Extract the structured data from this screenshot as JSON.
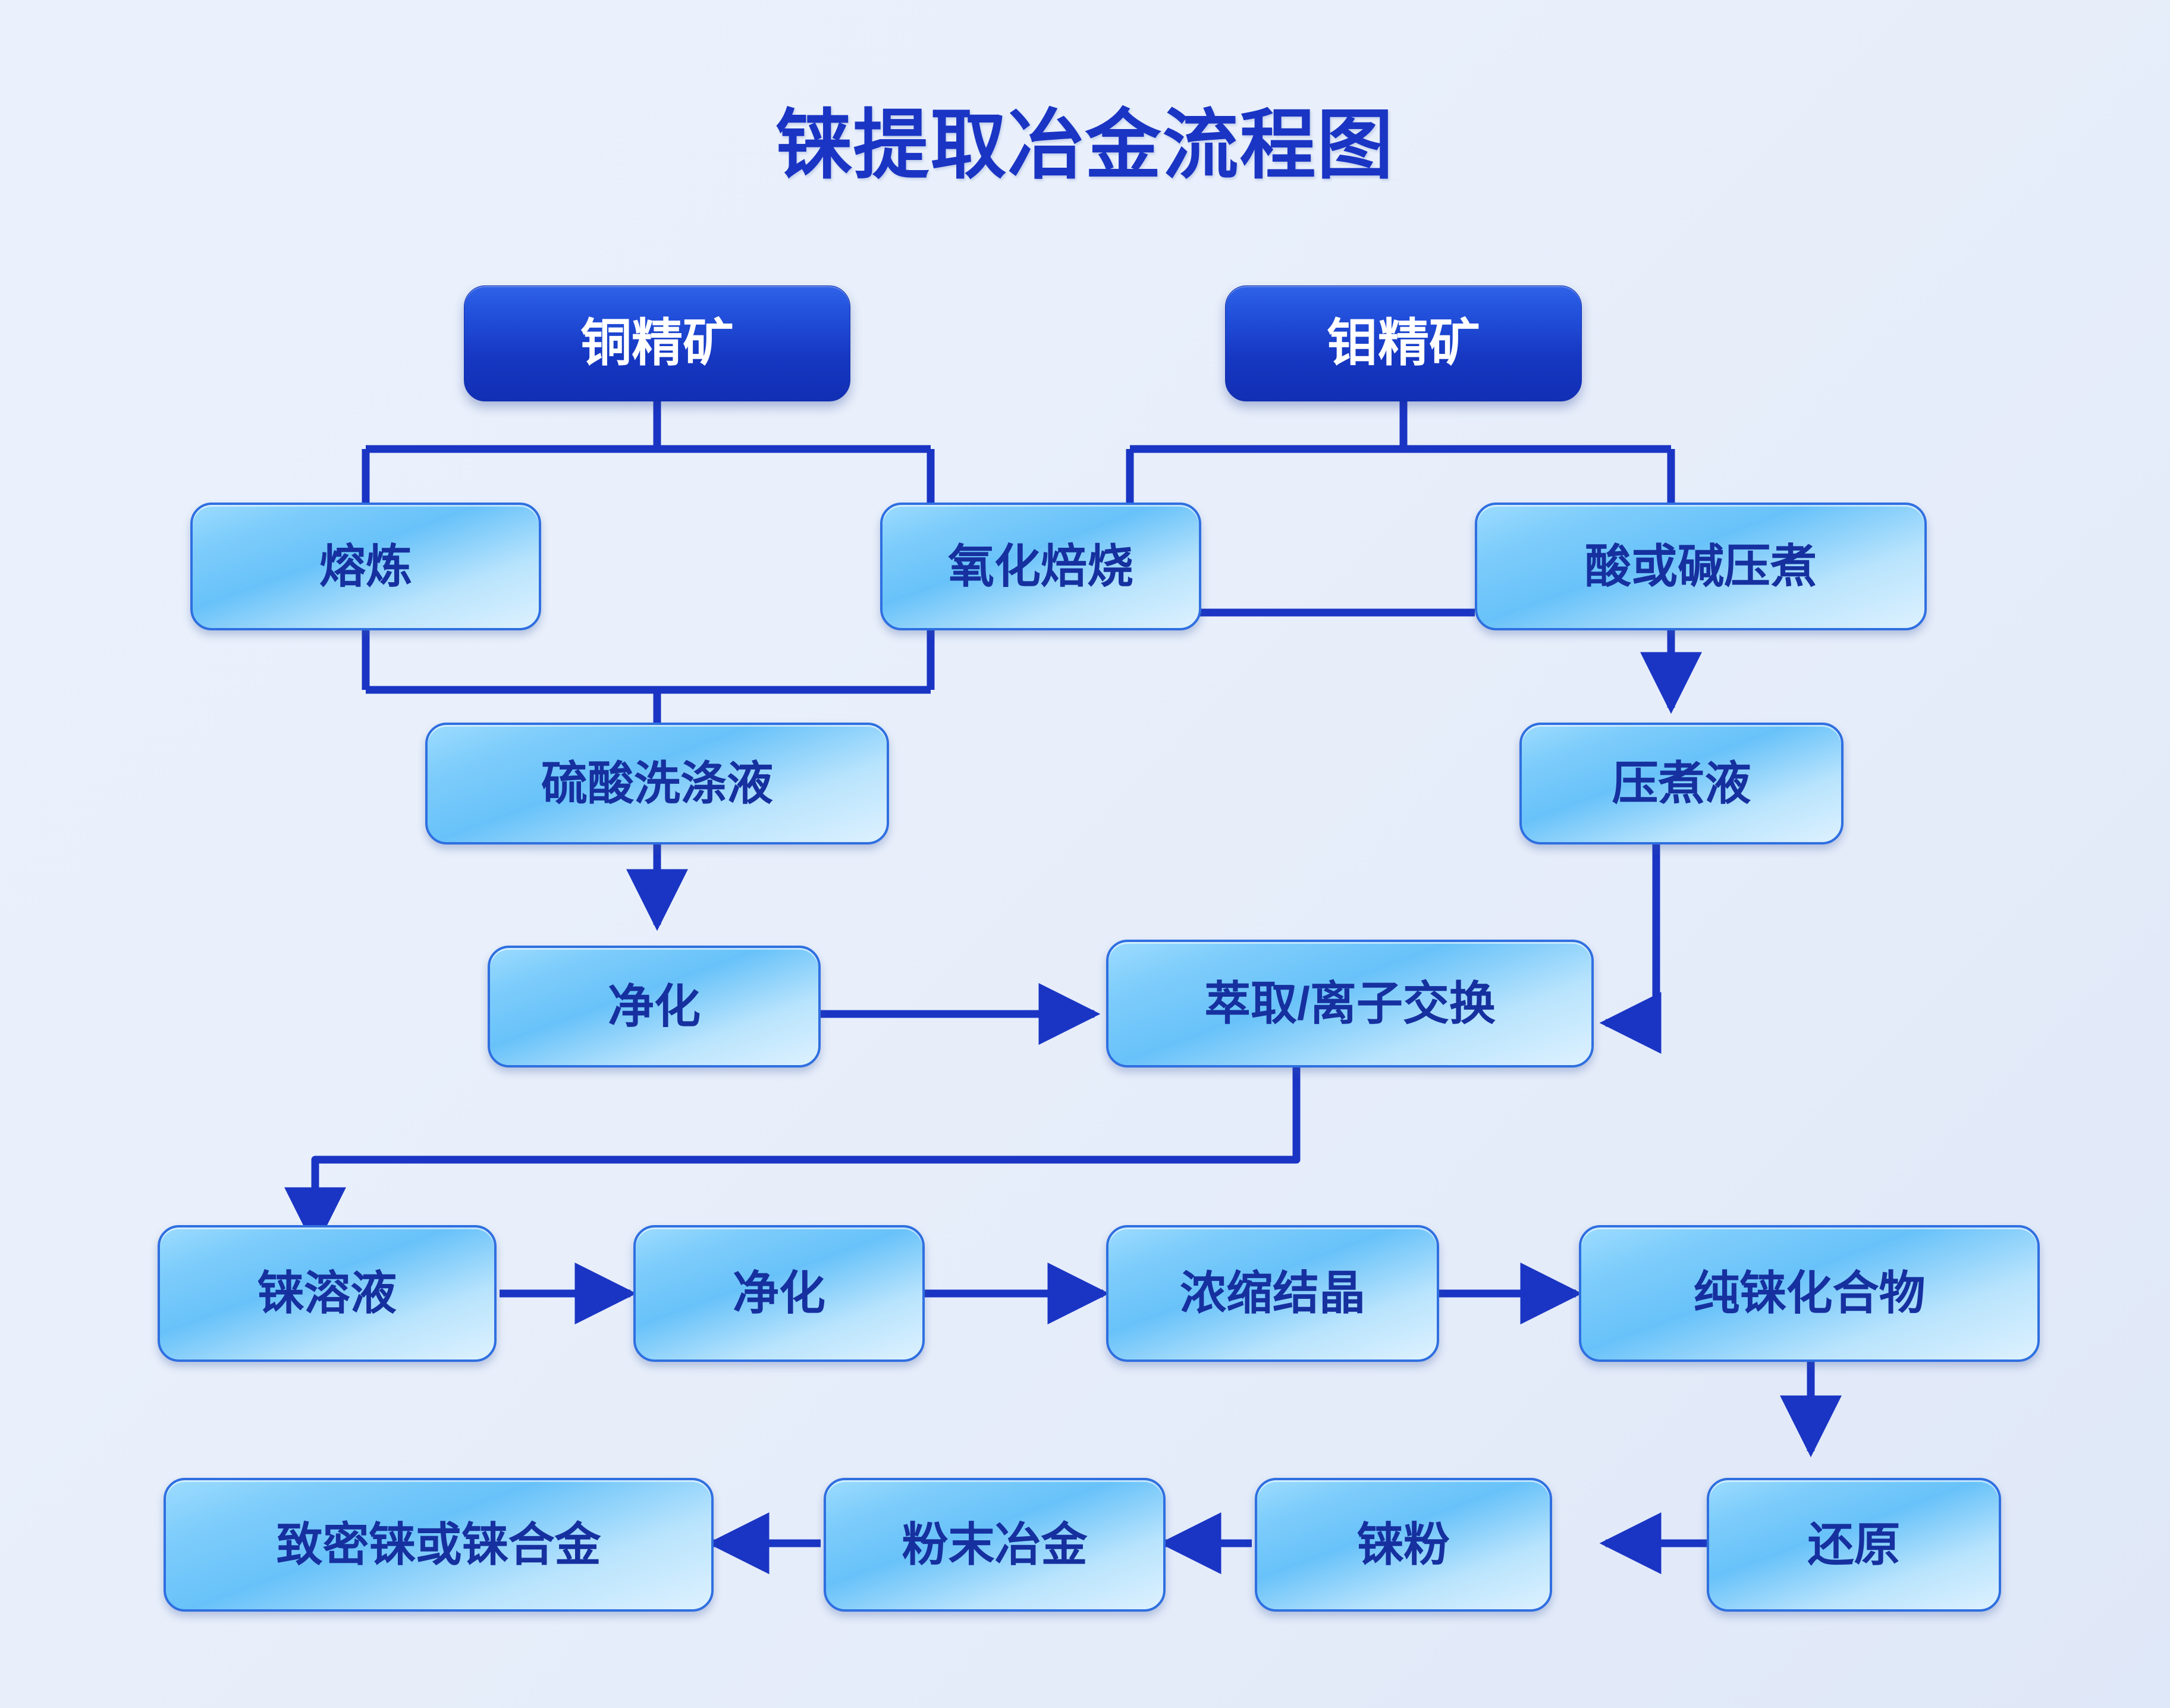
{
  "title": "铼提取冶金流程图",
  "theme": {
    "line_color": "#1a35c4",
    "dark_node_start": "#2f62e8",
    "dark_node_end": "#112fb4",
    "light_node_start": "#9ddcff",
    "light_node_end": "#ddf1fe",
    "node_text_light": "#16309f",
    "node_text_dark": "#ffffff",
    "background_start": "#eaf1fc",
    "background_end": "#dfe8f8"
  },
  "chart_data": {
    "type": "diagram",
    "title": "铼提取冶金流程图",
    "nodes": [
      {
        "id": "cu_conc",
        "label": "铜精矿",
        "kind": "source",
        "row": 1
      },
      {
        "id": "mo_conc",
        "label": "钼精矿",
        "kind": "source",
        "row": 1
      },
      {
        "id": "smelting",
        "label": "熔炼",
        "kind": "process",
        "row": 2
      },
      {
        "id": "roasting",
        "label": "氧化焙烧",
        "kind": "process",
        "row": 2
      },
      {
        "id": "pressure",
        "label": "酸或碱压煮",
        "kind": "process",
        "row": 2
      },
      {
        "id": "h2so4",
        "label": "硫酸洗涤液",
        "kind": "process",
        "row": 3
      },
      {
        "id": "leachate",
        "label": "压煮液",
        "kind": "process",
        "row": 3
      },
      {
        "id": "purify1",
        "label": "净化",
        "kind": "process",
        "row": 4
      },
      {
        "id": "extract",
        "label": "萃取/离子交换",
        "kind": "process",
        "row": 4
      },
      {
        "id": "re_sol",
        "label": "铼溶液",
        "kind": "process",
        "row": 5
      },
      {
        "id": "purify2",
        "label": "净化",
        "kind": "process",
        "row": 5
      },
      {
        "id": "crystal",
        "label": "浓缩结晶",
        "kind": "process",
        "row": 5
      },
      {
        "id": "pure_re",
        "label": "纯铼化合物",
        "kind": "process",
        "row": 5
      },
      {
        "id": "dense_re",
        "label": "致密铼或铼合金",
        "kind": "process",
        "row": 6
      },
      {
        "id": "pm",
        "label": "粉末冶金",
        "kind": "process",
        "row": 6
      },
      {
        "id": "re_powder",
        "label": "铼粉",
        "kind": "process",
        "row": 6
      },
      {
        "id": "reduction",
        "label": "还原",
        "kind": "process",
        "row": 6
      }
    ],
    "edges": [
      {
        "from": "cu_conc",
        "to": "smelting",
        "arrow": false
      },
      {
        "from": "cu_conc",
        "to": "roasting",
        "arrow": false
      },
      {
        "from": "mo_conc",
        "to": "roasting",
        "arrow": false
      },
      {
        "from": "mo_conc",
        "to": "pressure",
        "arrow": false
      },
      {
        "from": "smelting",
        "to": "h2so4",
        "arrow": false
      },
      {
        "from": "roasting",
        "to": "h2so4",
        "arrow": false
      },
      {
        "from": "roasting",
        "to": "pressure",
        "arrow": false
      },
      {
        "from": "pressure",
        "to": "leachate",
        "arrow": true
      },
      {
        "from": "h2so4",
        "to": "purify1",
        "arrow": true
      },
      {
        "from": "purify1",
        "to": "extract",
        "arrow": true
      },
      {
        "from": "leachate",
        "to": "extract",
        "arrow": true
      },
      {
        "from": "extract",
        "to": "re_sol",
        "arrow": true
      },
      {
        "from": "re_sol",
        "to": "purify2",
        "arrow": true
      },
      {
        "from": "purify2",
        "to": "crystal",
        "arrow": true
      },
      {
        "from": "crystal",
        "to": "pure_re",
        "arrow": true
      },
      {
        "from": "pure_re",
        "to": "reduction",
        "arrow": true
      },
      {
        "from": "reduction",
        "to": "re_powder",
        "arrow": true
      },
      {
        "from": "re_powder",
        "to": "pm",
        "arrow": true
      },
      {
        "from": "pm",
        "to": "dense_re",
        "arrow": true
      }
    ]
  },
  "nodes": {
    "cu_conc": {
      "label": "铜精矿"
    },
    "mo_conc": {
      "label": "钼精矿"
    },
    "smelting": {
      "label": "熔炼"
    },
    "roasting": {
      "label": "氧化焙烧"
    },
    "pressure": {
      "label": "酸或碱压煮"
    },
    "h2so4": {
      "label": "硫酸洗涤液"
    },
    "leachate": {
      "label": "压煮液"
    },
    "purify1": {
      "label": "净化"
    },
    "extract": {
      "label": "萃取/离子交换"
    },
    "re_sol": {
      "label": "铼溶液"
    },
    "purify2": {
      "label": "净化"
    },
    "crystal": {
      "label": "浓缩结晶"
    },
    "pure_re": {
      "label": "纯铼化合物"
    },
    "dense_re": {
      "label": "致密铼或铼合金"
    },
    "pm": {
      "label": "粉末冶金"
    },
    "re_powder": {
      "label": "铼粉"
    },
    "reduction": {
      "label": "还原"
    }
  }
}
